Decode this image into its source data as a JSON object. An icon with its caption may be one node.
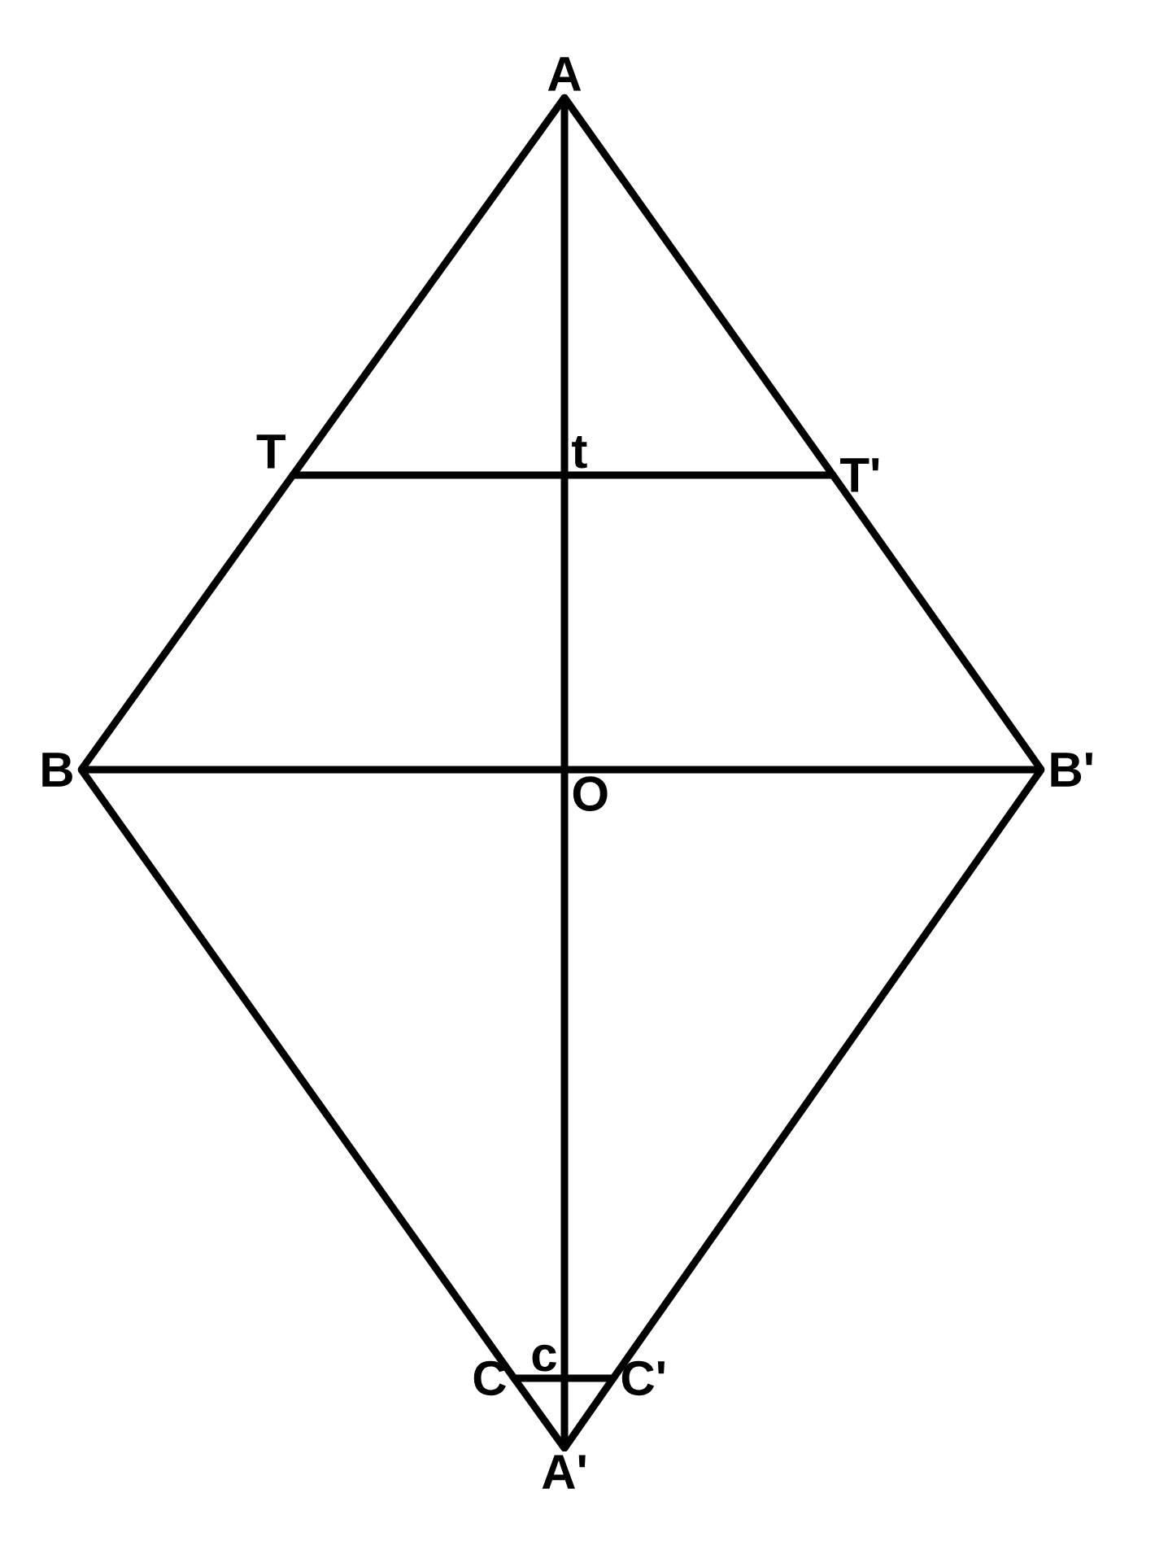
{
  "diagram": {
    "nodes": [
      {
        "text": [
          "A"
        ]
      },
      {
        "text": [
          "T"
        ]
      },
      {
        "text": [
          "t"
        ]
      },
      {
        "text": [
          "T'"
        ]
      },
      {
        "text": [
          "B"
        ]
      },
      {
        "text": [
          "O"
        ]
      },
      {
        "text": [
          "B'"
        ]
      },
      {
        "text": [
          "c"
        ]
      },
      {
        "text": [
          "C"
        ]
      },
      {
        "text": [
          "C'"
        ]
      },
      {
        "text": [
          "A'"
        ]
      }
    ],
    "edges": [
      {
        "from": 0,
        "to": 1,
        "arrow": "none"
      },
      {
        "from": 1,
        "to": 4,
        "arrow": "none"
      },
      {
        "from": 0,
        "to": 3,
        "arrow": "none"
      },
      {
        "from": 3,
        "to": 6,
        "arrow": "none"
      },
      {
        "from": 4,
        "to": 8,
        "arrow": "none"
      },
      {
        "from": 8,
        "to": 10,
        "arrow": "none"
      },
      {
        "from": 6,
        "to": 9,
        "arrow": "none"
      },
      {
        "from": 9,
        "to": 10,
        "arrow": "none"
      },
      {
        "from": 0,
        "to": 2,
        "arrow": "none"
      },
      {
        "from": 2,
        "to": 5,
        "arrow": "none"
      },
      {
        "from": 5,
        "to": 7,
        "arrow": "none"
      },
      {
        "from": 7,
        "to": 10,
        "arrow": "none"
      },
      {
        "from": 4,
        "to": 5,
        "arrow": "none"
      },
      {
        "from": 5,
        "to": 6,
        "arrow": "none"
      },
      {
        "from": 1,
        "to": 2,
        "arrow": "none"
      },
      {
        "from": 2,
        "to": 3,
        "arrow": "none"
      },
      {
        "from": 8,
        "to": 7,
        "arrow": "none"
      },
      {
        "from": 7,
        "to": 9,
        "arrow": "none"
      }
    ]
  }
}
